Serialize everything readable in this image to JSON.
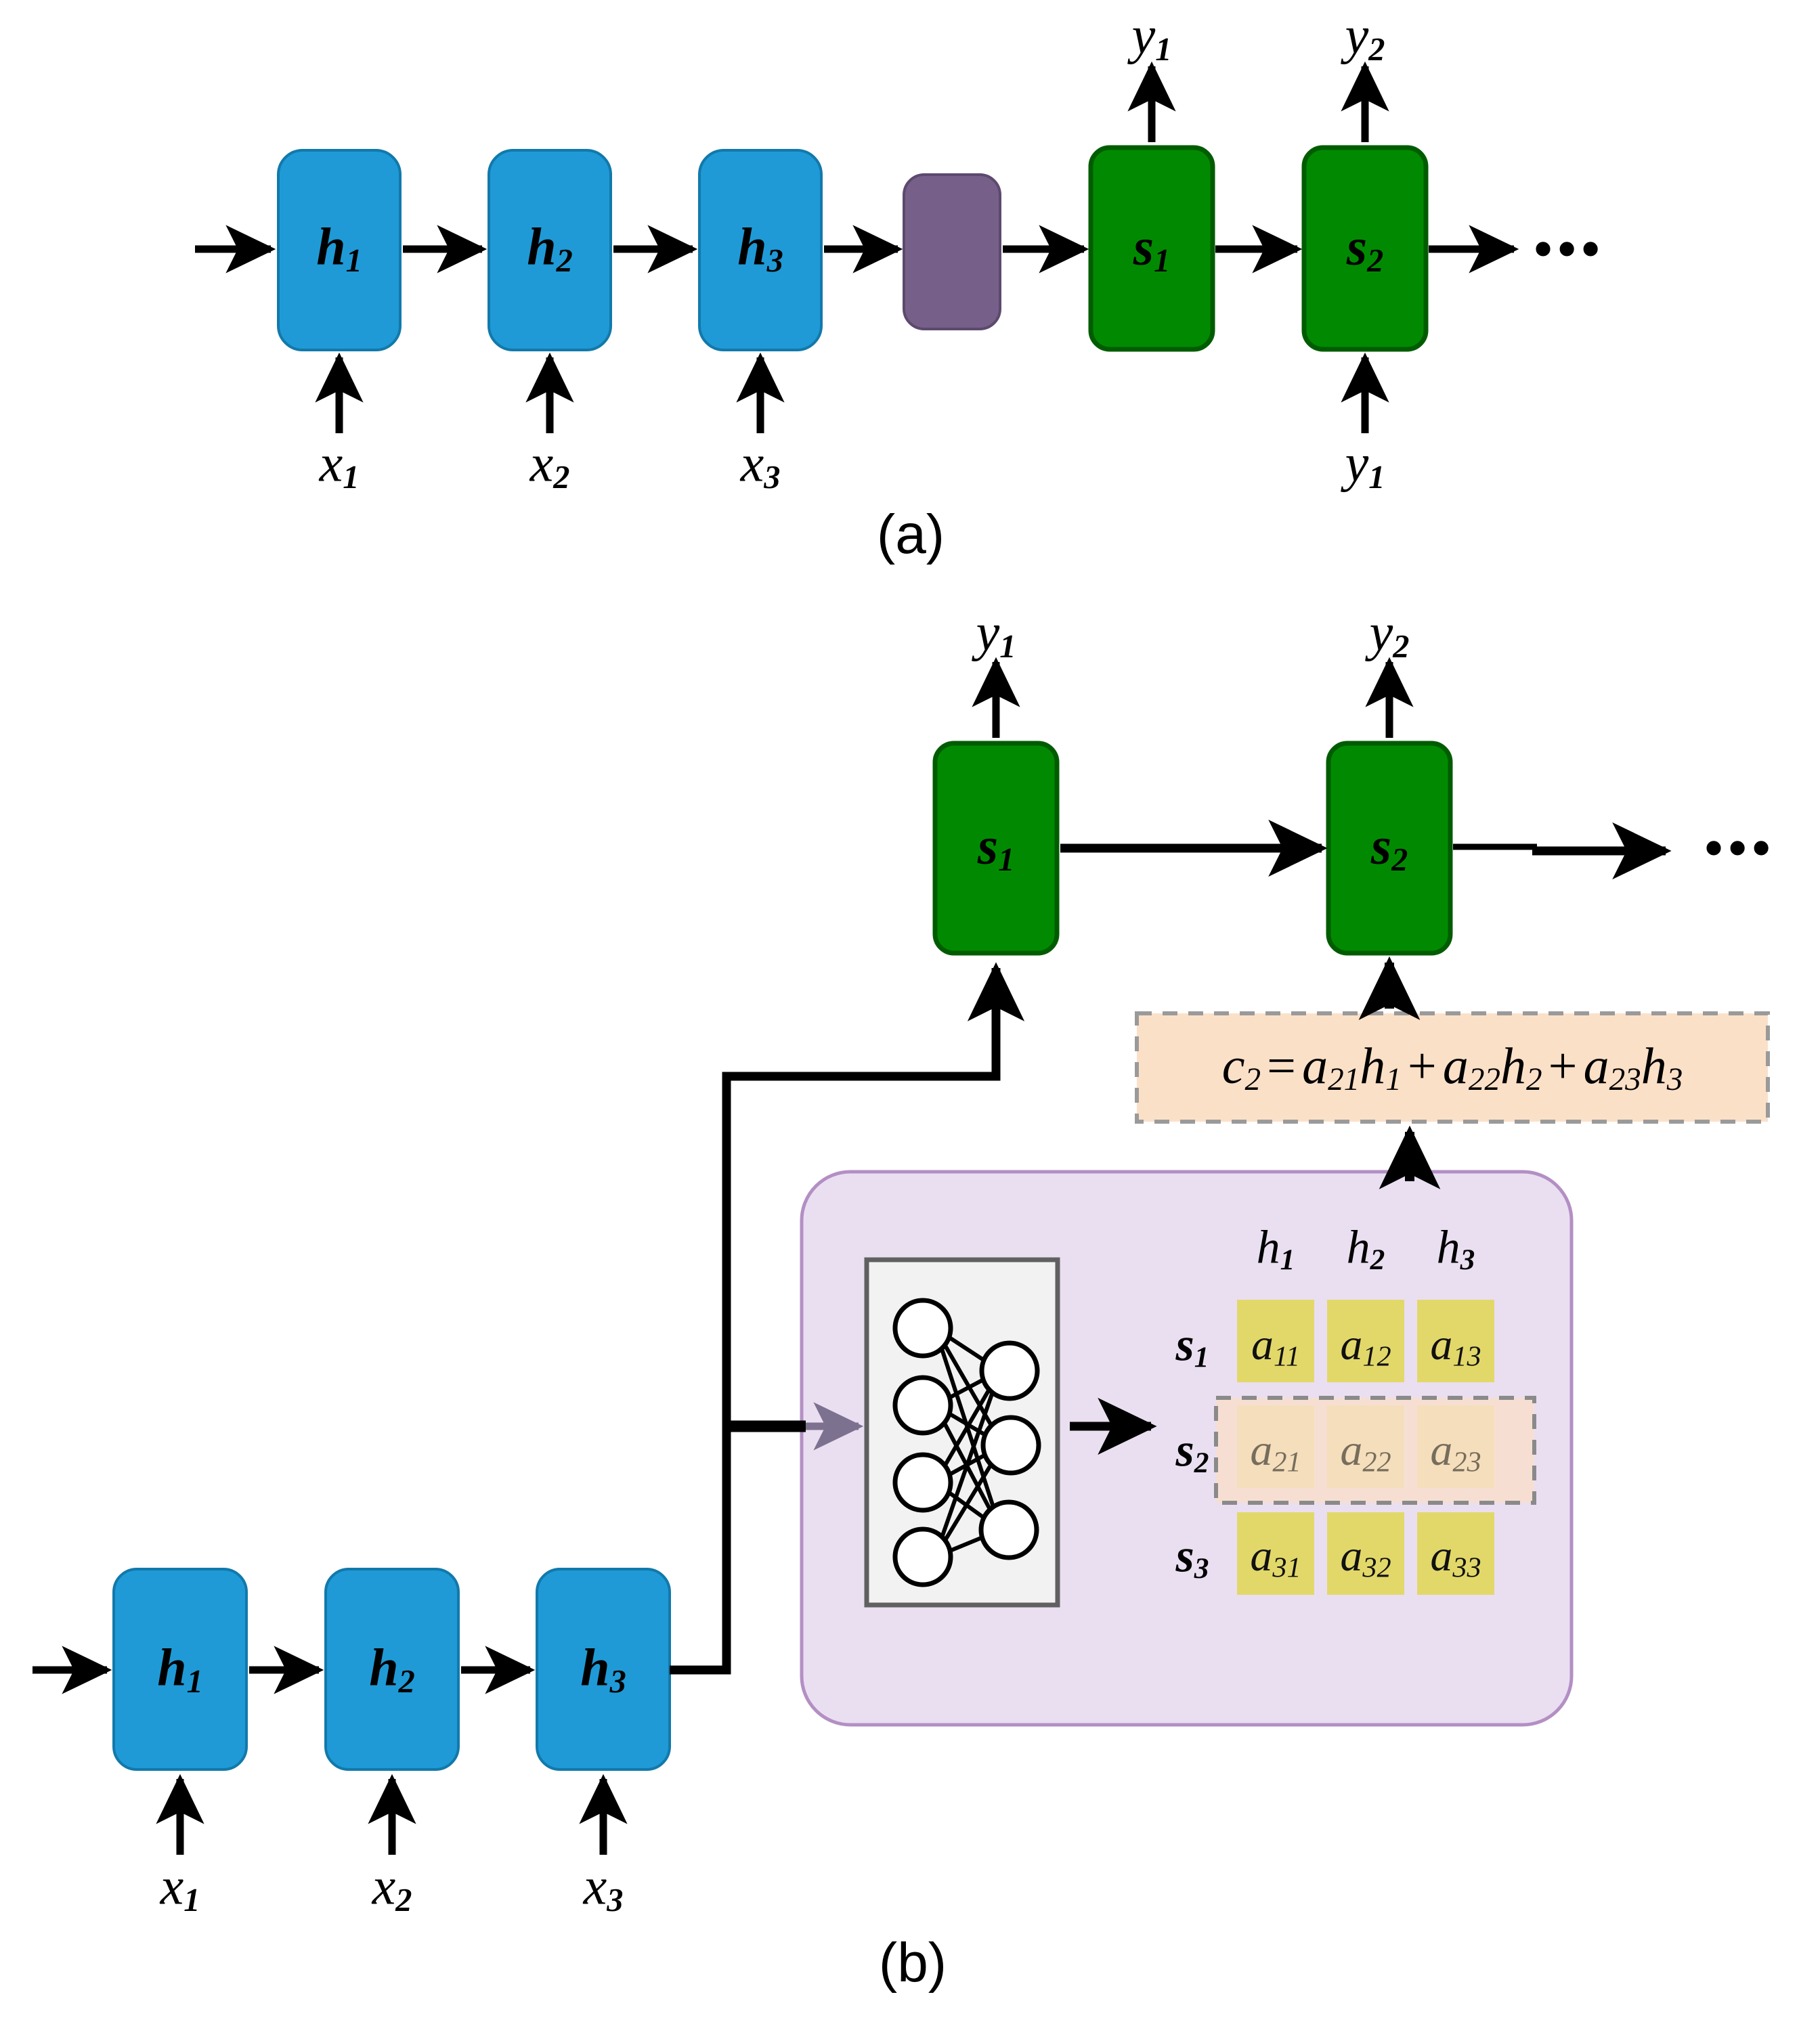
{
  "figure": {
    "panels": [
      {
        "id": "a",
        "caption": "(a)"
      },
      {
        "id": "b",
        "caption": "(b)"
      }
    ],
    "ellipsis": "•••"
  },
  "colors": {
    "encoder_blue": "#1f9ad6",
    "encoder_blue_edge": "#1279ab",
    "decoder_green": "#018a01",
    "decoder_green_edge": "#015c01",
    "context_purple": "#766089",
    "context_purple_edge": "#5c4a6e",
    "attention_panel_lilac": "#eadff1",
    "attention_panel_edge": "#b38fc4",
    "nn_box_fill": "#f2f2f2",
    "nn_box_edge": "#606060",
    "matrix_cell_yellow": "#e2d86a",
    "highlight_peach": "#fbdfc6",
    "highlight_border": "#8a8a8a",
    "arrow_black": "#000000",
    "arrow_gray": "#7d7190",
    "background": "#ffffff"
  },
  "panel_a": {
    "title": "(a)",
    "encoder_cells": [
      {
        "label": "h",
        "sub": "1"
      },
      {
        "label": "h",
        "sub": "2"
      },
      {
        "label": "h",
        "sub": "3"
      }
    ],
    "context_cell": {
      "label": "",
      "sub": ""
    },
    "decoder_cells": [
      {
        "label": "s",
        "sub": "1"
      },
      {
        "label": "s",
        "sub": "2"
      }
    ],
    "inputs": [
      {
        "label": "x",
        "sub": "1"
      },
      {
        "label": "x",
        "sub": "2"
      },
      {
        "label": "x",
        "sub": "3"
      }
    ],
    "outputs": [
      {
        "label": "y",
        "sub": "1"
      },
      {
        "label": "y",
        "sub": "2"
      }
    ],
    "decoder_input": {
      "label": "y",
      "sub": "1"
    },
    "trailing_ellipsis": "•••"
  },
  "panel_b": {
    "title": "(b)",
    "encoder_cells": [
      {
        "label": "h",
        "sub": "1"
      },
      {
        "label": "h",
        "sub": "2"
      },
      {
        "label": "h",
        "sub": "3"
      }
    ],
    "decoder_cells": [
      {
        "label": "s",
        "sub": "1"
      },
      {
        "label": "s",
        "sub": "2"
      }
    ],
    "inputs": [
      {
        "label": "x",
        "sub": "1"
      },
      {
        "label": "x",
        "sub": "2"
      },
      {
        "label": "x",
        "sub": "3"
      }
    ],
    "outputs": [
      {
        "label": "y",
        "sub": "1"
      },
      {
        "label": "y",
        "sub": "2"
      }
    ],
    "trailing_ellipsis": "•••",
    "context_formula": {
      "lhs": "c",
      "lhs_sub": "2",
      "eq": "=",
      "terms": [
        {
          "coef": "a",
          "coef_sub": "21",
          "vec": "h",
          "vec_sub": "1"
        },
        {
          "coef": "a",
          "coef_sub": "22",
          "vec": "h",
          "vec_sub": "2"
        },
        {
          "coef": "a",
          "coef_sub": "23",
          "vec": "h",
          "vec_sub": "3"
        }
      ],
      "plain_text": "c2 = a21h1 + a22h2 + a23h3"
    },
    "attention_module": {
      "network": {
        "left_nodes": 4,
        "right_nodes": 3
      },
      "matrix": {
        "column_headers": [
          {
            "label": "h",
            "sub": "1"
          },
          {
            "label": "h",
            "sub": "2"
          },
          {
            "label": "h",
            "sub": "3"
          }
        ],
        "row_headers": [
          {
            "label": "s",
            "sub": "1"
          },
          {
            "label": "s",
            "sub": "2"
          },
          {
            "label": "s",
            "sub": "3"
          }
        ],
        "cells": [
          [
            {
              "label": "a",
              "sub": "11"
            },
            {
              "label": "a",
              "sub": "12"
            },
            {
              "label": "a",
              "sub": "13"
            }
          ],
          [
            {
              "label": "a",
              "sub": "21"
            },
            {
              "label": "a",
              "sub": "22"
            },
            {
              "label": "a",
              "sub": "23"
            }
          ],
          [
            {
              "label": "a",
              "sub": "31"
            },
            {
              "label": "a",
              "sub": "32"
            },
            {
              "label": "a",
              "sub": "33"
            }
          ]
        ],
        "highlighted_row_index": 1
      }
    }
  }
}
